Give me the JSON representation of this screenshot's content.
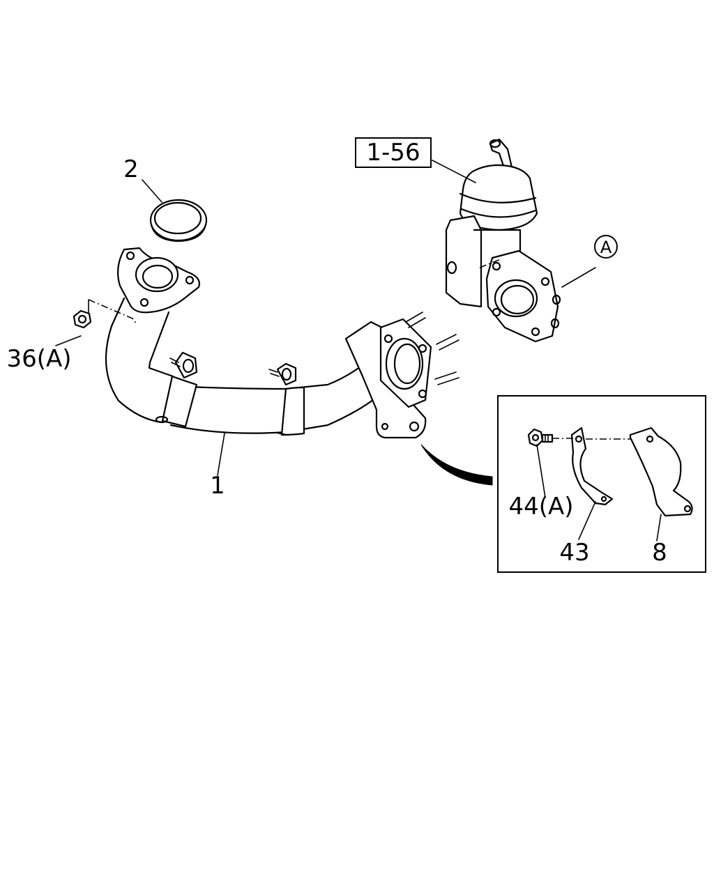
{
  "callouts": {
    "ref_box": "1-56",
    "gasket": "2",
    "nut": "36(A)",
    "pipe": "1",
    "bolt": "44(A)",
    "clamp": "43",
    "bracket": "8",
    "circle_ref": "A"
  }
}
